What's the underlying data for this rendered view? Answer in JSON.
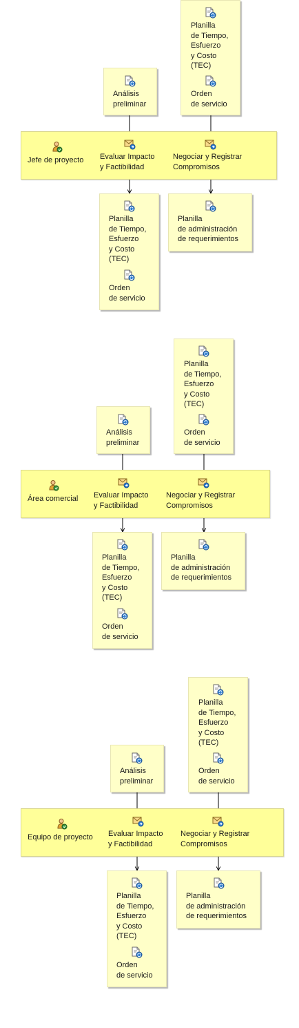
{
  "diagrams": [
    {
      "role": "Jefe de proyecto",
      "inputs": [
        {
          "items": [
            "Análisis\npreliminar"
          ]
        },
        {
          "items": [
            "Planilla\nde Tiempo,\nEsfuerzo\ny Costo\n(TEC)",
            "Orden\nde servicio"
          ]
        }
      ],
      "activities": [
        "Evaluar Impacto\ny Factibilidad",
        "Negociar y Registrar\nCompromisos"
      ],
      "outputs": [
        {
          "items": [
            "Planilla\nde Tiempo,\nEsfuerzo\ny Costo\n(TEC)",
            "Orden\nde servicio"
          ]
        },
        {
          "items": [
            "Planilla\nde administración\nde requerimientos"
          ]
        }
      ]
    },
    {
      "role": "Área comercial",
      "inputs": [
        {
          "items": [
            "Análisis\npreliminar"
          ]
        },
        {
          "items": [
            "Planilla\nde Tiempo,\nEsfuerzo\ny Costo\n(TEC)",
            "Orden\nde servicio"
          ]
        }
      ],
      "activities": [
        "Evaluar Impacto\ny Factibilidad",
        "Negociar y Registrar\nCompromisos"
      ],
      "outputs": [
        {
          "items": [
            "Planilla\nde Tiempo,\nEsfuerzo\ny Costo\n(TEC)",
            "Orden\nde servicio"
          ]
        },
        {
          "items": [
            "Planilla\nde administración\nde requerimientos"
          ]
        }
      ]
    },
    {
      "role": "Equipo de proyecto",
      "inputs": [
        {
          "items": [
            "Análisis\npreliminar"
          ]
        },
        {
          "items": [
            "Planilla\nde Tiempo,\nEsfuerzo\ny Costo\n(TEC)",
            "Orden\nde servicio"
          ]
        }
      ],
      "activities": [
        "Evaluar Impacto\ny Factibilidad",
        "Negociar y Registrar\nCompromisos"
      ],
      "outputs": [
        {
          "items": [
            "Planilla\nde Tiempo,\nEsfuerzo\ny Costo\n(TEC)",
            "Orden\nde servicio"
          ]
        },
        {
          "items": [
            "Planilla\nde administración\nde requerimientos"
          ]
        }
      ]
    }
  ],
  "colors": {
    "box_fill": "#ffffc8",
    "lane_fill": "#ffff99",
    "arrow": "#000000"
  },
  "icons": {
    "document": "document-refresh-icon",
    "role": "role-person-icon",
    "activity": "activity-envelope-icon"
  }
}
